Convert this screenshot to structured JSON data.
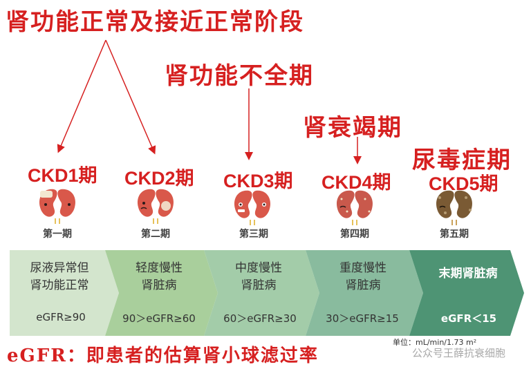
{
  "top_label": "肾功能正常及接近正常阶段",
  "mid_label_1": "肾功能不全期",
  "mid_label_2": "肾衰竭期",
  "mid_label_3": "尿毒症期",
  "stages": [
    {
      "ckd": "CKD1期",
      "label": "第一期",
      "line1": "尿液异常但",
      "line2": "肾功能正常",
      "egfr": "eGFR≥90"
    },
    {
      "ckd": "CKD2期",
      "label": "第二期",
      "line1": "轻度慢性",
      "line2": "肾脏病",
      "egfr": "90＞eGFR≥60"
    },
    {
      "ckd": "CKD3期",
      "label": "第三期",
      "line1": "中度慢性",
      "line2": "肾脏病",
      "egfr": "60＞eGFR≥30"
    },
    {
      "ckd": "CKD4期",
      "label": "第四期",
      "line1": "重度慢性",
      "line2": "肾脏病",
      "egfr": "30＞eGFR≥15"
    },
    {
      "ckd": "CKD5期",
      "label": "第五期",
      "line1": "末期肾脏病",
      "line2": "",
      "egfr": "eGFR＜15"
    }
  ],
  "unit": "单位：mL/min/1.73 m²",
  "footer": "eGFR：即患者的估算肾小球滤过率",
  "watermark": "公众号王薛抗衰细胞",
  "colors": {
    "red": "#d62020",
    "bar1": "#d3e5cd",
    "bar2": "#a9cf9c",
    "bar3": "#a3cca9",
    "bar4": "#89bb9e",
    "bar5": "#4e9474"
  }
}
